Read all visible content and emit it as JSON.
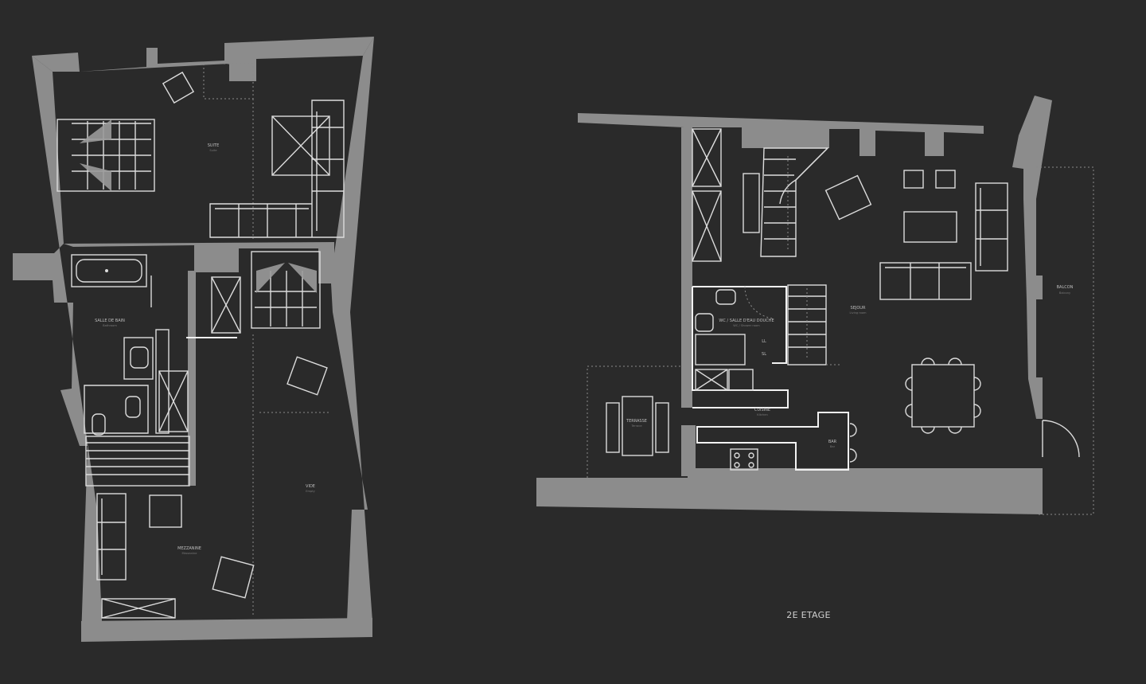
{
  "left_plan": {
    "rooms": {
      "suite": {
        "label": "SUITE",
        "sub": "Suite"
      },
      "bathroom": {
        "label": "SALLE DE BAIN",
        "sub": "Bathroom"
      },
      "mezzanine": {
        "label": "MEZZANINE",
        "sub": "Mezzanine"
      },
      "void": {
        "label": "VIDE",
        "sub": "Empty"
      }
    }
  },
  "right_plan": {
    "rooms": {
      "wc": {
        "label": "WC / SALLE D'EAU DOUCHE",
        "sub": "WC / Shower room"
      },
      "living": {
        "label": "SEJOUR",
        "sub": "Living room"
      },
      "balcony": {
        "label": "BALCON",
        "sub": "Balcony"
      },
      "terrace": {
        "label": "TERRASSE",
        "sub": "Terrace"
      },
      "kitchen": {
        "label": "CUISINE",
        "sub": "Kitchen"
      },
      "bar": {
        "label": "BAR",
        "sub": "Bar"
      },
      "wm": {
        "label": "LL",
        "sub": "SL"
      }
    },
    "floor_title": "2E ETAGE"
  },
  "colors": {
    "background": "#2a2a2a",
    "wall": "#8c8c8c",
    "line": "#dcdcdc"
  }
}
